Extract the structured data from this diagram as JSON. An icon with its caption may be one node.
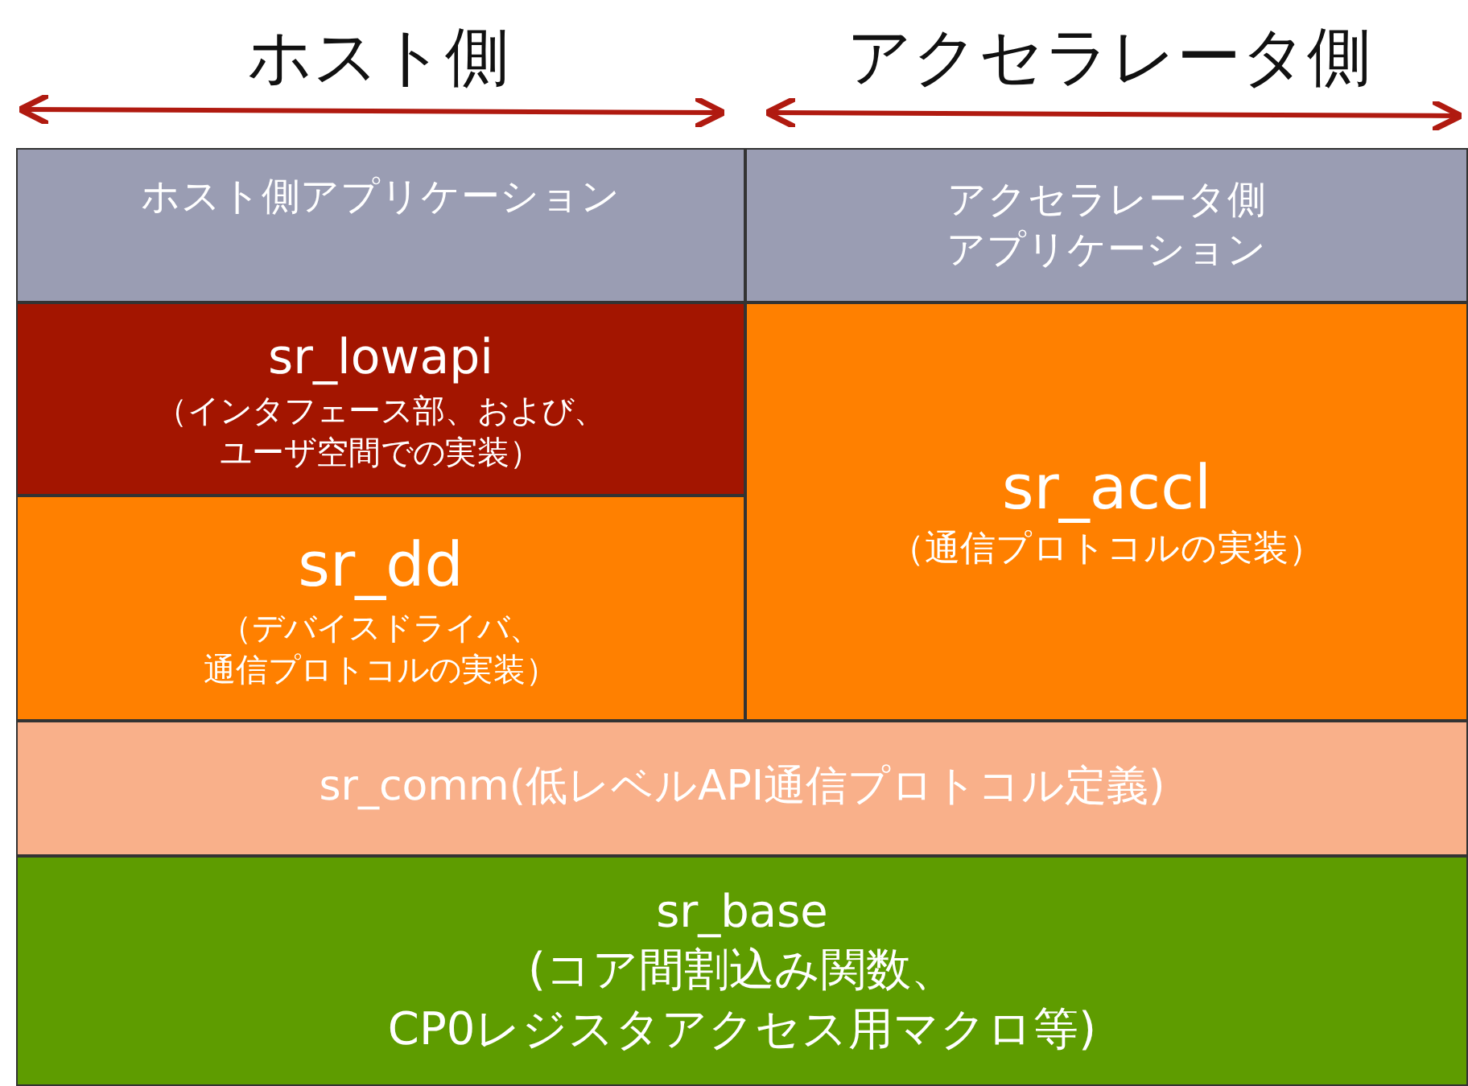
{
  "diagram": {
    "nodes": [
      {
        "text": [
          "ホスト側アプリケーション"
        ]
      },
      {
        "text": [
          "アクセラレータ側アプリケーション"
        ]
      },
      {
        "text": [
          "sr_lowapi",
          "（インタフェース部、および、ユーザ空間での実装）"
        ]
      },
      {
        "text": [
          "sr_dd",
          "（デバイスドライバ、通信プロトコルの実装）"
        ]
      },
      {
        "text": [
          "sr_accl",
          "（通信プロトコルの実装）"
        ]
      },
      {
        "text": [
          "sr_comm(低レベルAPI通信プロトコル定義)"
        ]
      },
      {
        "text": [
          "sr_base",
          "(コア間割込み関数、CP0レジスタアクセス用マクロ等)"
        ]
      }
    ],
    "labels": [
      "ホスト側",
      "アクセラレータ側"
    ]
  }
}
